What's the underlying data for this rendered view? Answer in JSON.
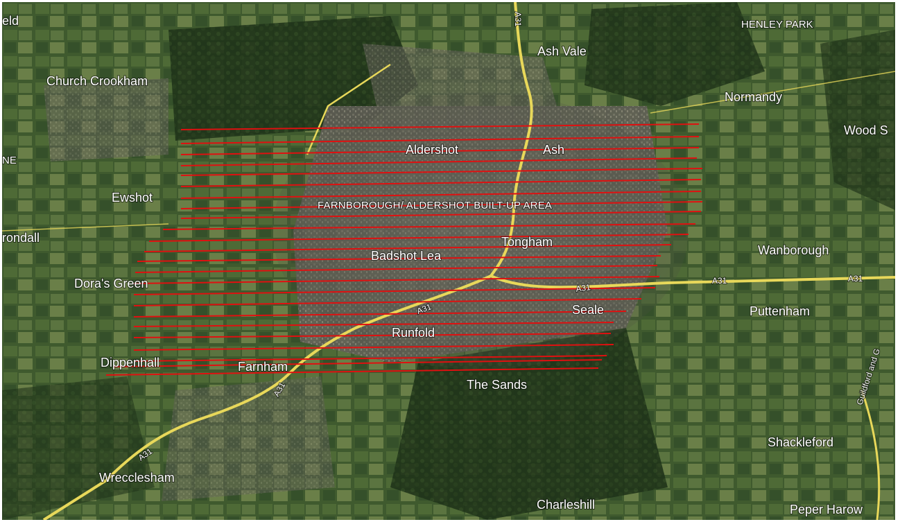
{
  "map": {
    "imagery": "satellite",
    "colors": {
      "hatch": "#e01010",
      "road_primary": "#e8d85a",
      "label": "#ffffff"
    },
    "area_label": "FARNBOROUGH/ ALDERSHOT BUILT-UP AREA",
    "places": [
      {
        "id": "eld",
        "text": "eld"
      },
      {
        "id": "church-crookham",
        "text": "Church Crookham"
      },
      {
        "id": "ne",
        "text": "NE"
      },
      {
        "id": "ewshot",
        "text": "Ewshot"
      },
      {
        "id": "crondall",
        "text": "rondall"
      },
      {
        "id": "doras-green",
        "text": "Dora's Green"
      },
      {
        "id": "dippenhall",
        "text": "Dippenhall"
      },
      {
        "id": "wrecclesham",
        "text": "Wrecclesham"
      },
      {
        "id": "farnham",
        "text": "Farnham"
      },
      {
        "id": "aldershot",
        "text": "Aldershot"
      },
      {
        "id": "ash",
        "text": "Ash"
      },
      {
        "id": "ash-vale",
        "text": "Ash Vale"
      },
      {
        "id": "henley-park",
        "text": "HENLEY PARK"
      },
      {
        "id": "normandy",
        "text": "Normandy"
      },
      {
        "id": "wood-s",
        "text": "Wood S"
      },
      {
        "id": "tongham",
        "text": "Tongham"
      },
      {
        "id": "badshot-lea",
        "text": "Badshot Lea"
      },
      {
        "id": "wanborough",
        "text": "Wanborough"
      },
      {
        "id": "seale",
        "text": "Seale"
      },
      {
        "id": "puttenham",
        "text": "Puttenham"
      },
      {
        "id": "runfold",
        "text": "Runfold"
      },
      {
        "id": "the-sands",
        "text": "The Sands"
      },
      {
        "id": "shackleford",
        "text": "Shackleford"
      },
      {
        "id": "charleshill",
        "text": "Charleshill"
      },
      {
        "id": "peper-harow",
        "text": "Peper Harow"
      }
    ],
    "roads": [
      {
        "id": "a31-north",
        "text": "A31"
      },
      {
        "id": "a31-east-1",
        "text": "A31"
      },
      {
        "id": "a31-east-2",
        "text": "A31"
      },
      {
        "id": "a31-east-3",
        "text": "A31"
      },
      {
        "id": "a31-mid",
        "text": "A31"
      },
      {
        "id": "a31-farnham",
        "text": "A31"
      },
      {
        "id": "a31-southwest",
        "text": "A31"
      },
      {
        "id": "guildford-road",
        "text": "Guildford and G"
      }
    ]
  }
}
